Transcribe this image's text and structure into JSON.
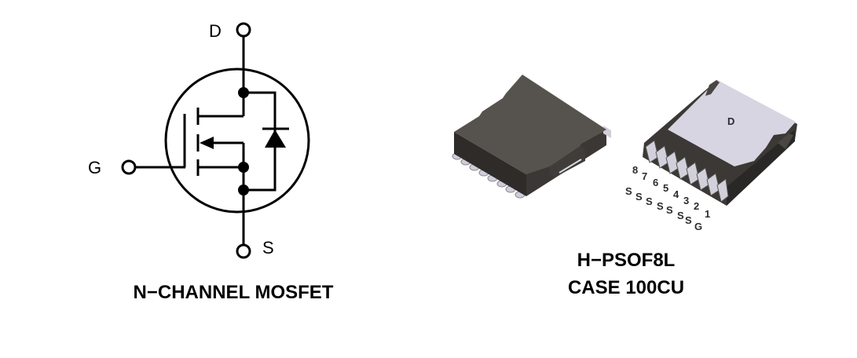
{
  "schematic": {
    "terminals": {
      "drain": "D",
      "gate": "G",
      "source": "S"
    },
    "caption": "N−CHANNEL MOSFET",
    "colors": {
      "stroke": "#000000",
      "background": "#ffffff"
    }
  },
  "package": {
    "name_line1": "H−PSOF8L",
    "name_line2": "CASE 100CU",
    "pad_label": "D",
    "pin_numbers": [
      "8",
      "7",
      "6",
      "5",
      "4",
      "3",
      "2",
      "1"
    ],
    "pin_functions": [
      "S",
      "S",
      "S",
      "S",
      "S",
      "S",
      "S",
      "G"
    ],
    "colors": {
      "body_top": "#56524d",
      "body_side": "#2e2b29",
      "drain_pad": "#d6d5e1",
      "leads": "#cfced8"
    }
  }
}
